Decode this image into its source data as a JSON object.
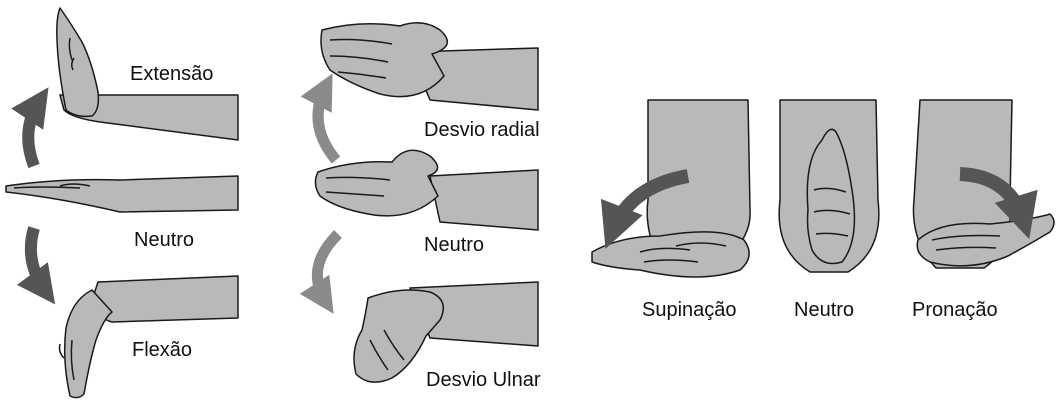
{
  "colors": {
    "skin": "#b9b9b9",
    "skin_dark": "#a6a6a6",
    "outline": "#1a1a1a",
    "arrow_dark": "#555555",
    "arrow_light": "#8a8a8a",
    "background": "#ffffff"
  },
  "panels": {
    "flexion_extension": {
      "labels": {
        "extension": "Extensão",
        "neutral": "Neutro",
        "flexion": "Flexão"
      }
    },
    "deviation": {
      "labels": {
        "radial": "Desvio radial",
        "neutral": "Neutro",
        "ulnar": "Desvio Ulnar"
      }
    },
    "rotation": {
      "labels": {
        "supination": "Supinação",
        "neutral": "Neutro",
        "pronation": "Pronação"
      }
    }
  }
}
